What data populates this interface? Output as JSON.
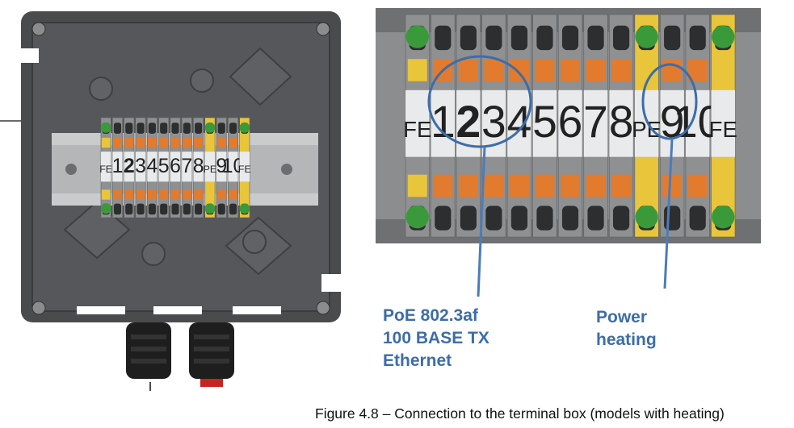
{
  "terminal_labels": [
    "FE",
    "1",
    "2",
    "3",
    "4",
    "5",
    "6",
    "7",
    "8",
    "PE",
    "9",
    "10",
    "FE"
  ],
  "callouts": {
    "poe": {
      "line1": "PoE 802.3af",
      "line2": "100 BASE TX",
      "line3": "Ethernet"
    },
    "power": {
      "line1": "Power",
      "line2": "heating"
    }
  },
  "caption": "Figure 4.8 – Connection to the terminal box (models with heating)",
  "colors": {
    "housing": "#4a4b4d",
    "terminal_grey": "#8e9092",
    "terminal_orange": "#e27b2e",
    "terminal_yellow": "#e8c53a",
    "screw_green": "#3a9a3a",
    "callout_blue": "#3d6da8"
  }
}
